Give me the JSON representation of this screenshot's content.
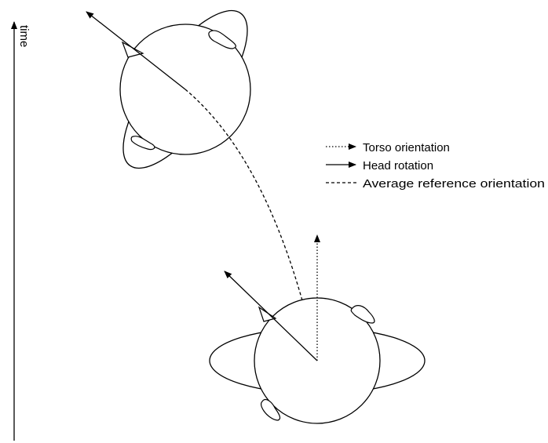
{
  "axis": {
    "label": "time"
  },
  "legend": {
    "items": [
      {
        "key": "torso",
        "label": "Torso orientation",
        "line_style": "dotted"
      },
      {
        "key": "head",
        "label": "Head rotation",
        "line_style": "solid"
      },
      {
        "key": "average",
        "label": "Average reference orientation",
        "line_style": "dashed"
      }
    ]
  },
  "colors": {
    "stroke": "#000000",
    "background": "#ffffff"
  }
}
